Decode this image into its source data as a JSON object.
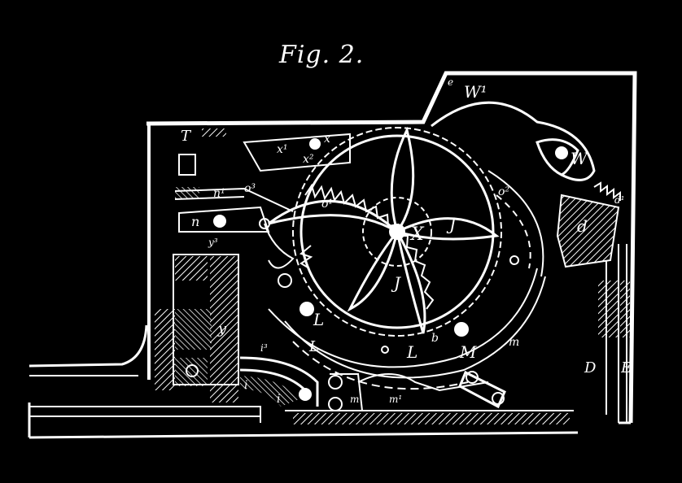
{
  "figure": {
    "title": "Fig. 2."
  },
  "labels": {
    "W1": "W¹",
    "W": "W",
    "T": "T",
    "x1": "x¹",
    "x": "x",
    "x2": "x²",
    "n1": "n¹",
    "o3": "o³",
    "o1": "o¹",
    "n": "n",
    "X": "X",
    "J_right": "J",
    "J_lower": "J",
    "o2": "o²",
    "d1": "d¹",
    "d": "d",
    "y3": "y³",
    "y": "y",
    "L": "L",
    "L_lower": "L",
    "L_mid": "L",
    "M": "M",
    "m": "m",
    "b": "b",
    "D": "D",
    "E": "E",
    "i3": "i³",
    "i": "i",
    "i_sub": "i",
    "m1": "m¹",
    "m_small": "m",
    "e": "e"
  }
}
